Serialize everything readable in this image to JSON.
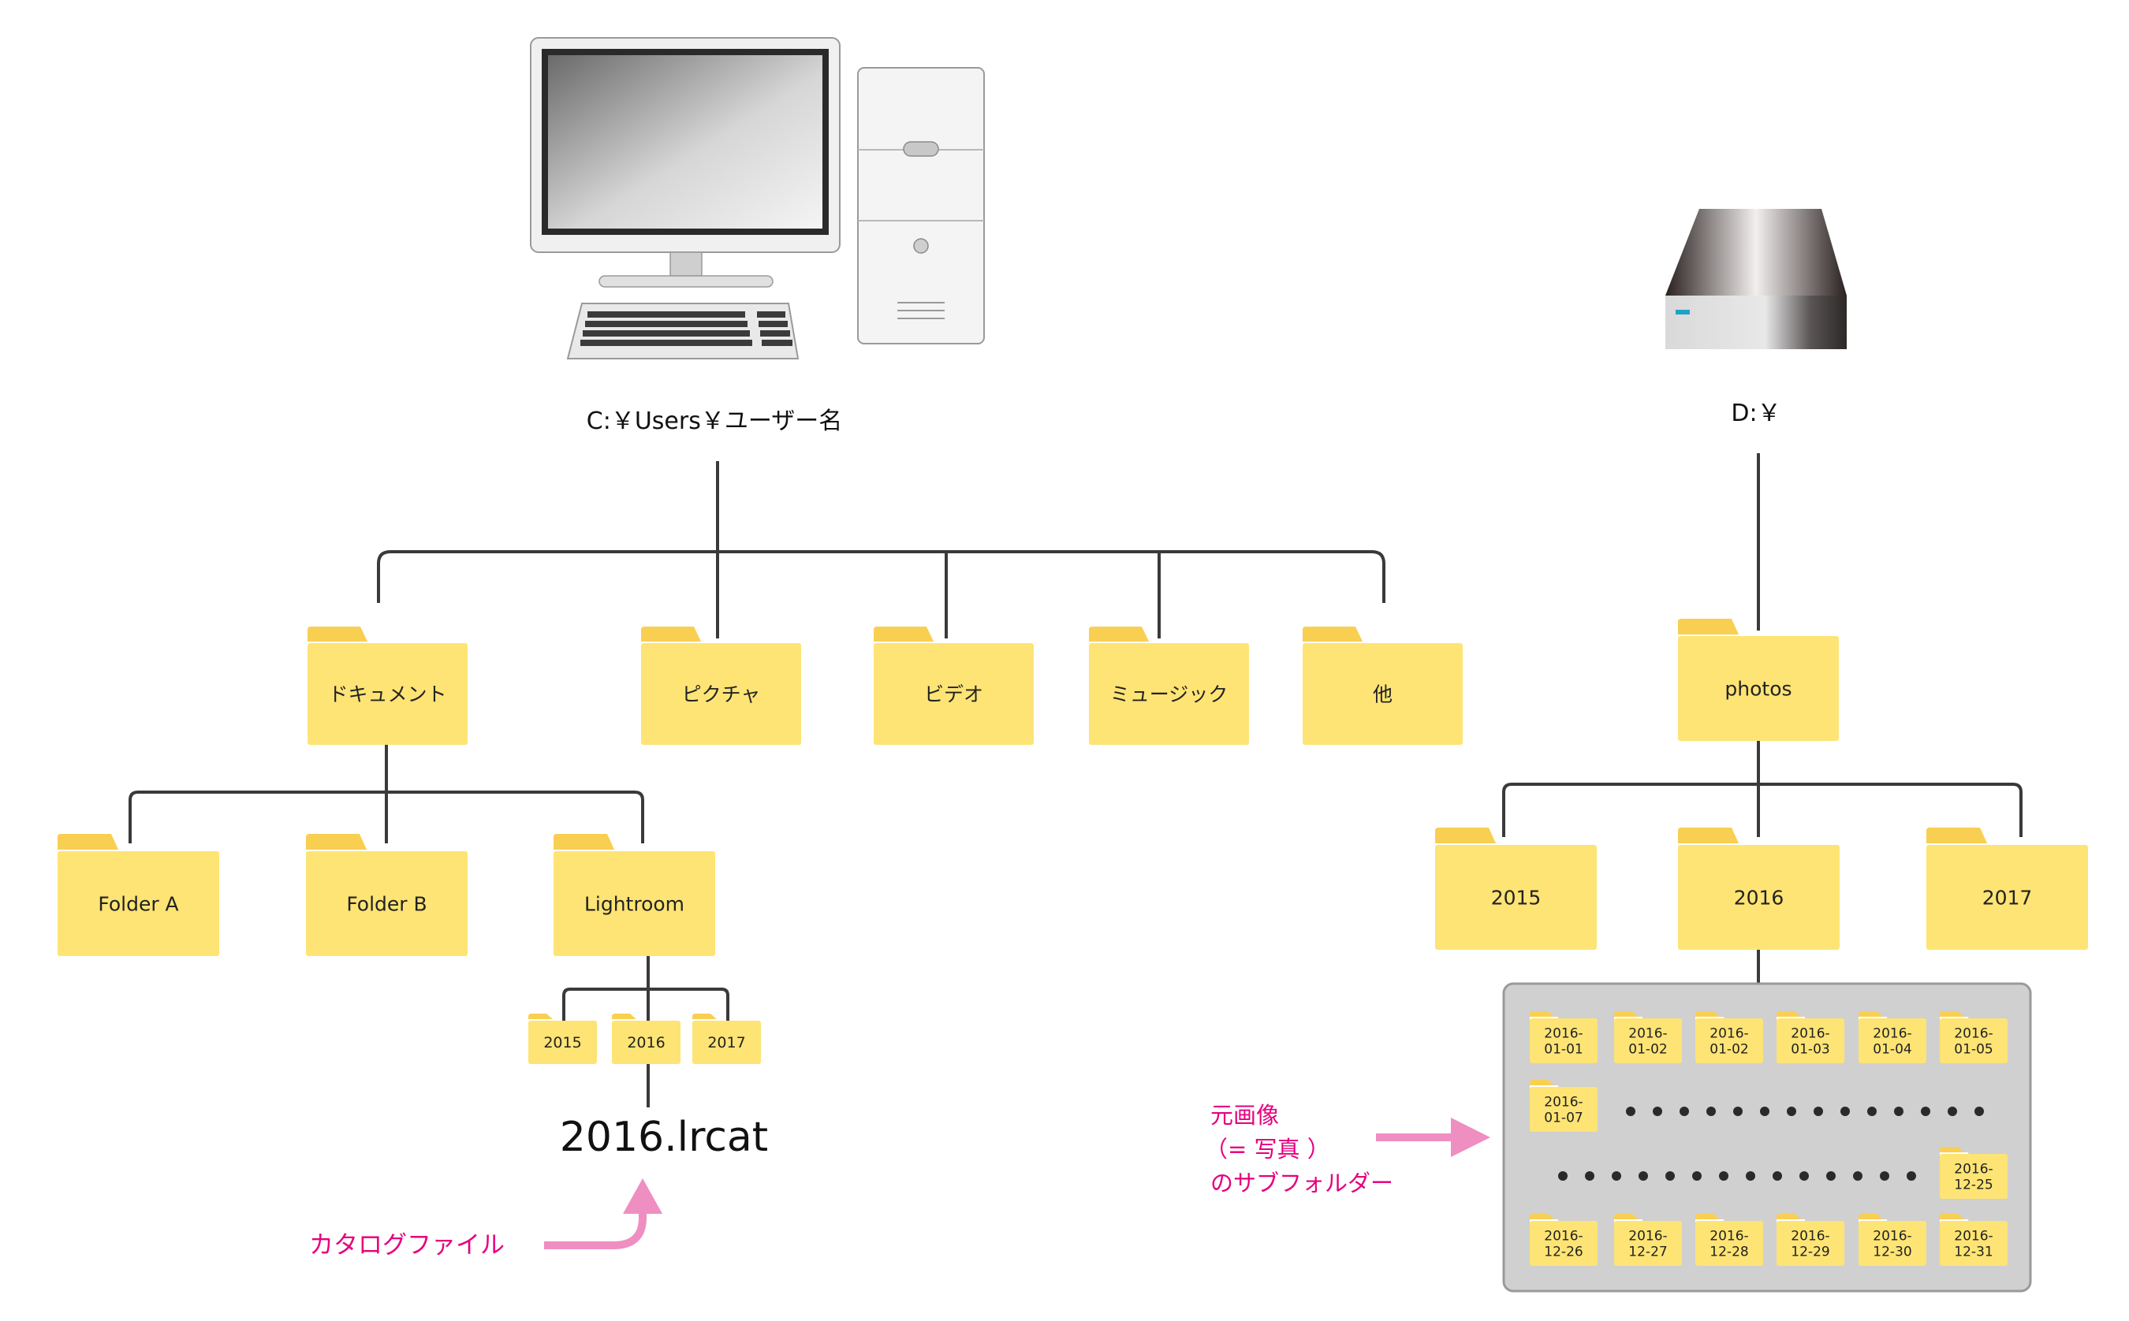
{
  "computer": {
    "icon": "desktop-computer-icon",
    "path_label": "C:￥Users￥ユーザー名"
  },
  "drive": {
    "icon": "external-drive-icon",
    "path_label": "D:￥"
  },
  "user_folders": [
    {
      "label": "ドキュメント"
    },
    {
      "label": "ピクチャ"
    },
    {
      "label": "ビデオ"
    },
    {
      "label": "ミュージック"
    },
    {
      "label": "他"
    }
  ],
  "document_subfolders": [
    {
      "label": "Folder A"
    },
    {
      "label": "Folder B"
    },
    {
      "label": "Lightroom"
    }
  ],
  "lightroom_subfolders": [
    {
      "label": "2015"
    },
    {
      "label": "2016"
    },
    {
      "label": "2017"
    }
  ],
  "catalog_file": "2016.lrcat",
  "catalog_caption": "カタログファイル",
  "photos_folder": {
    "label": "photos"
  },
  "year_folders": [
    {
      "label": "2015"
    },
    {
      "label": "2016"
    },
    {
      "label": "2017"
    }
  ],
  "date_folders_row1": [
    {
      "line1": "2016-",
      "line2": "01-01"
    },
    {
      "line1": "2016-",
      "line2": "01-02"
    },
    {
      "line1": "2016-",
      "line2": "01-02"
    },
    {
      "line1": "2016-",
      "line2": "01-03"
    },
    {
      "line1": "2016-",
      "line2": "01-04"
    },
    {
      "line1": "2016-",
      "line2": "01-05"
    }
  ],
  "date_folder_row2": {
    "line1": "2016-",
    "line2": "01-07"
  },
  "date_folder_row3": {
    "line1": "2016-",
    "line2": "12-25"
  },
  "date_folders_row4": [
    {
      "line1": "2016-",
      "line2": "12-26"
    },
    {
      "line1": "2016-",
      "line2": "12-27"
    },
    {
      "line1": "2016-",
      "line2": "12-28"
    },
    {
      "line1": "2016-",
      "line2": "12-29"
    },
    {
      "line1": "2016-",
      "line2": "12-30"
    },
    {
      "line1": "2016-",
      "line2": "12-31"
    }
  ],
  "originals_caption": {
    "line1": "元画像",
    "line2": "（= 写真 ）",
    "line3": "のサブフォルダー"
  },
  "colors": {
    "folder_body": "#fde474",
    "folder_tab": "#f9cf52",
    "line": "#3a3a3a",
    "panel": "#d0d0d0",
    "accent_pink": "#e6007e",
    "arrow_pink": "#ef8ec0"
  }
}
